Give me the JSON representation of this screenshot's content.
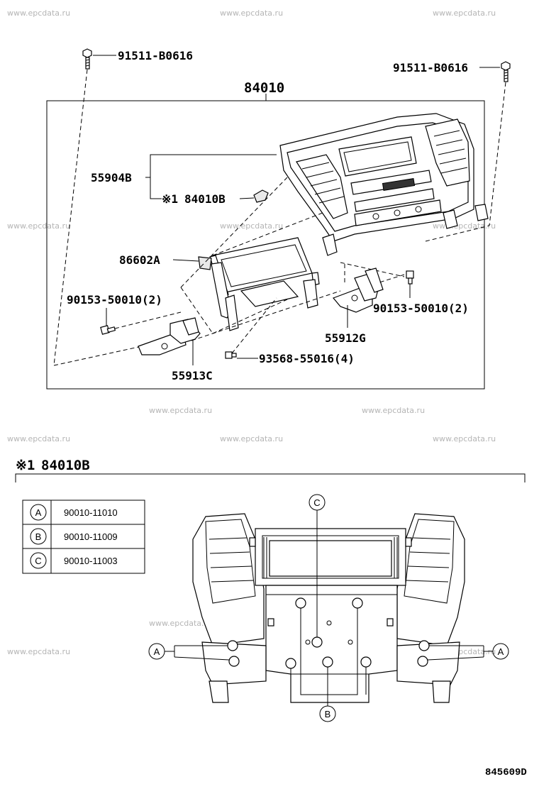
{
  "watermark": "www.epcdata.ru",
  "labels": {
    "bolt_left": "91511-B0616",
    "bolt_right": "91511-B0616",
    "assembly": "84010",
    "bezel": "55904B",
    "sub_mark": "※1",
    "sub_part": "84010B",
    "display_bracket": "86602A",
    "screw_left": "90153-50010(2)",
    "screw_right": "90153-50010(2)",
    "bracket_right": "55912G",
    "bracket_left": "55913C",
    "screw_bottom": "93568-55016(4)"
  },
  "subassembly": {
    "mark": "※1",
    "part": "84010B"
  },
  "legend": [
    {
      "key": "A",
      "part": "90010-11010"
    },
    {
      "key": "B",
      "part": "90010-11009"
    },
    {
      "key": "C",
      "part": "90010-11003"
    }
  ],
  "callouts": {
    "a_left": "A",
    "a_right": "A",
    "b": "B",
    "c": "C"
  },
  "diagram_code": "845609D"
}
